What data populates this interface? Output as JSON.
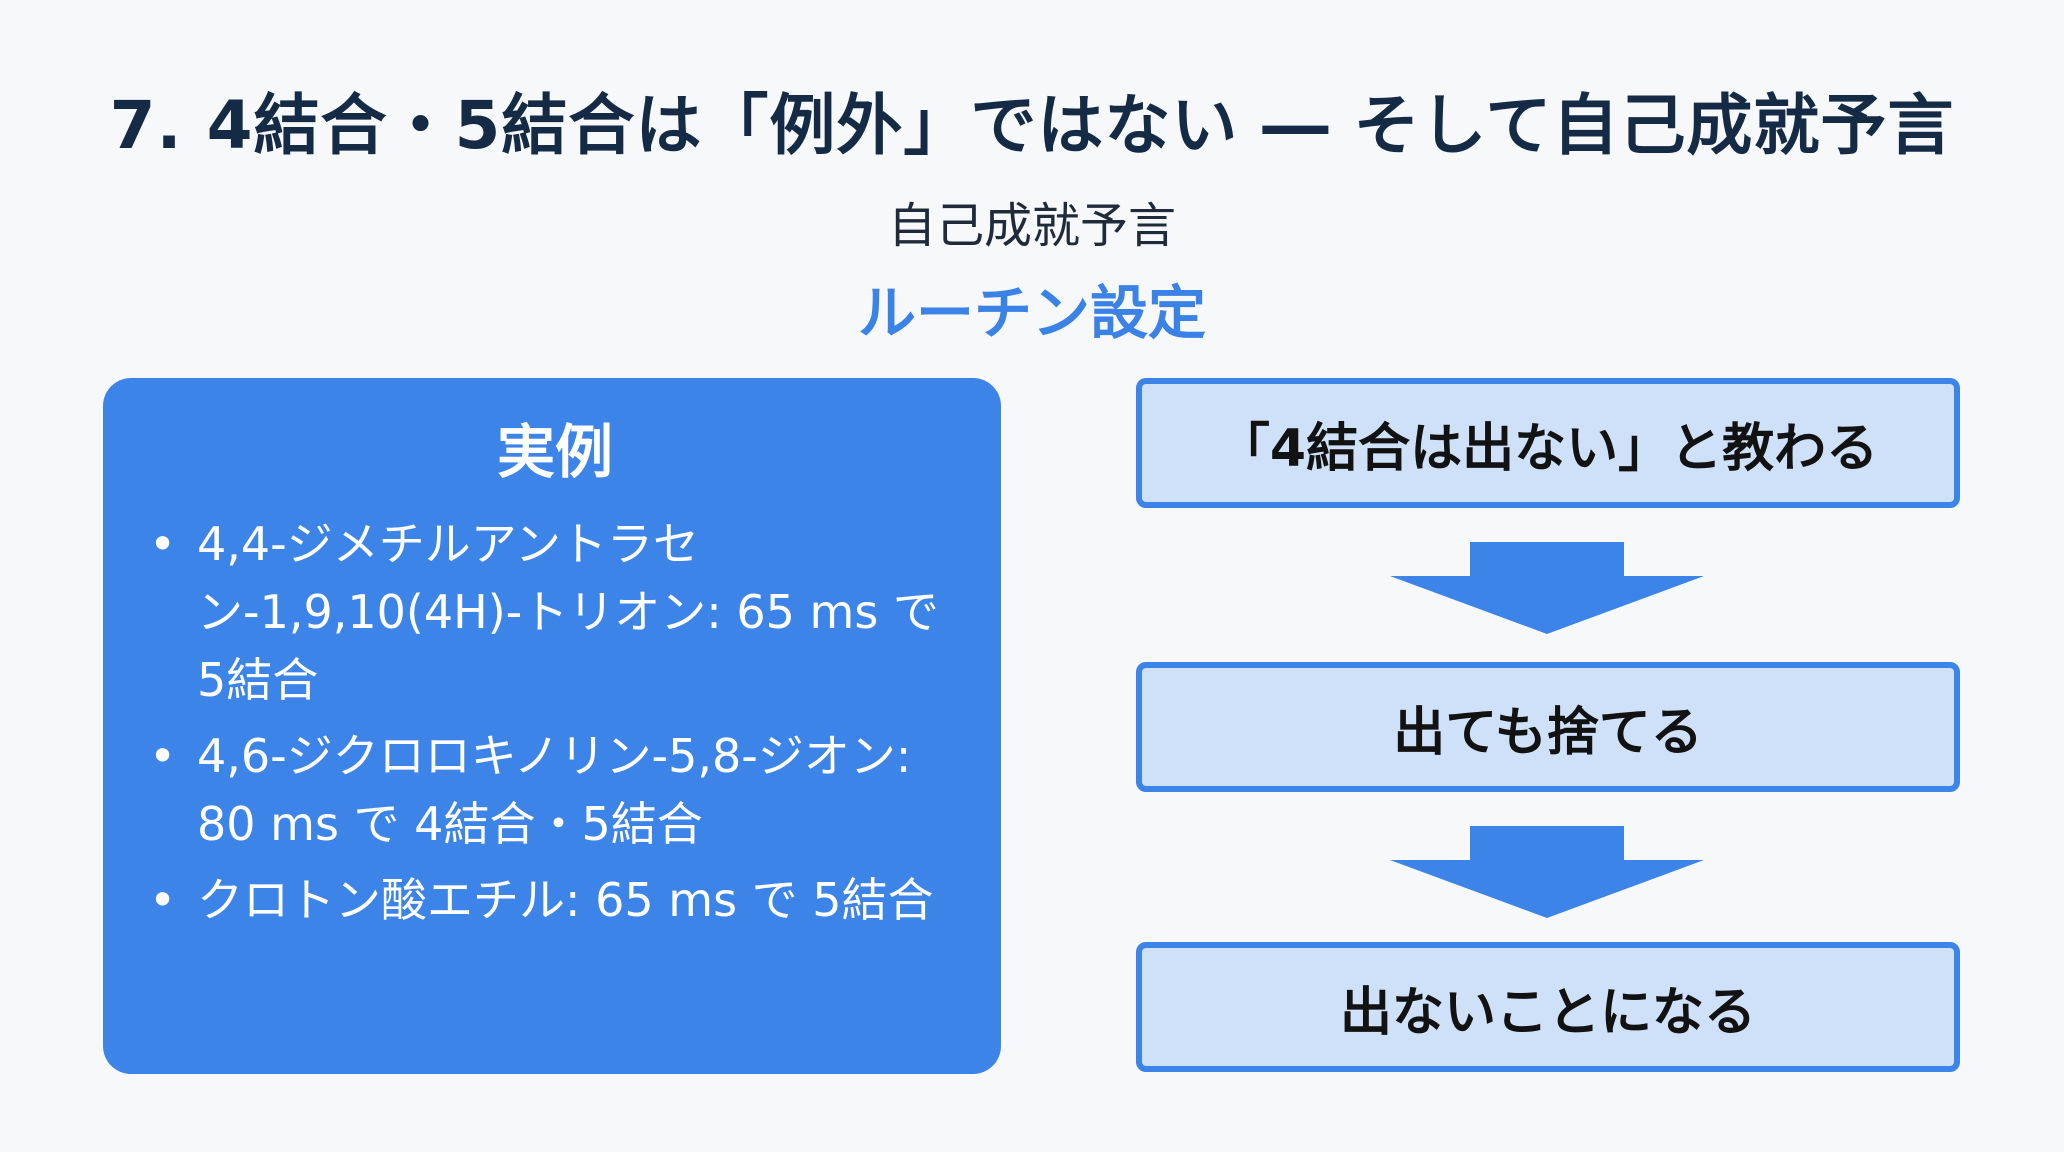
{
  "title": "7. 4結合・5結合は「例外」ではない ― そして自己成就予言",
  "subtitle": "自己成就予言",
  "section_label": "ルーチン設定",
  "examples": {
    "heading": "実例",
    "bullet": "•",
    "items": [
      "4,4-ジメチルアントラセン-1,9,10(4H)-トリオン: 65 ms で 5結合",
      "4,6-ジクロロキノリン-5,8-ジオン: 80 ms で 4結合・5結合",
      "クロトン酸エチル: 65 ms で 5結合"
    ]
  },
  "flow": {
    "steps": [
      "「4結合は出ない」と教わる",
      "出ても捨てる",
      "出ないことになる"
    ],
    "arrow_icon": "down-arrow-icon"
  },
  "colors": {
    "accent": "#3d84e8",
    "box_fill": "#cfe1f9",
    "title": "#142a45"
  }
}
